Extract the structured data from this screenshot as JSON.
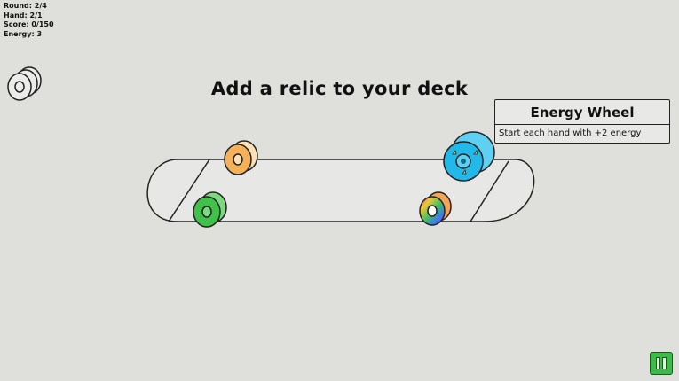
{
  "stats": {
    "round": "Round: 2/4",
    "hand": "Hand: 2/1",
    "score": "Score: 0/150",
    "energy": "Energy: 3"
  },
  "heading": "Add a relic to your deck",
  "tooltip": {
    "title": "Energy Wheel",
    "description": "Start each hand with +2 energy"
  },
  "icons": {
    "deck": "wheel-deck-icon",
    "menu": "pause-menu-icon"
  },
  "relics": [
    {
      "name": "orange-wheel",
      "color": "#f4b15a"
    },
    {
      "name": "green-wheel",
      "color": "#3fc14a"
    },
    {
      "name": "rainbow-wheel",
      "color": "rainbow"
    },
    {
      "name": "energy-wheel",
      "color": "#22b9e8"
    }
  ],
  "colors": {
    "background": "#dfe0dc",
    "board": "#e7e7e5",
    "outline": "#222222",
    "menu_button": "#3fb94a"
  }
}
